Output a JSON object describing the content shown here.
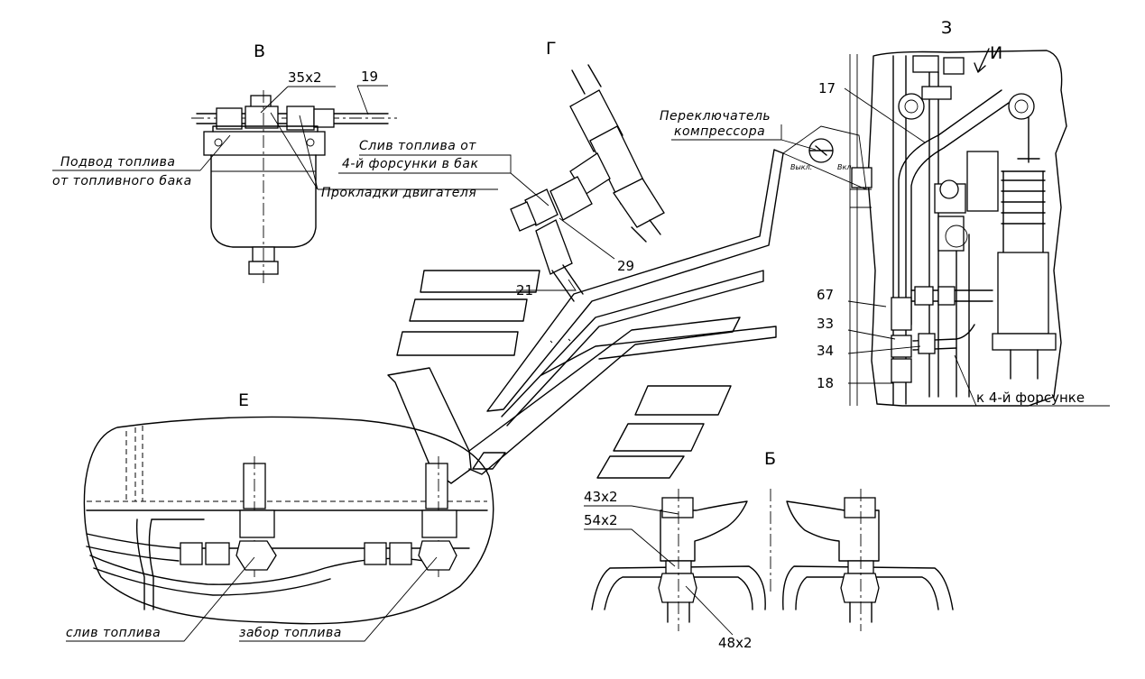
{
  "views": {
    "v": "В",
    "g": "Г",
    "z": "З",
    "i": "И",
    "e": "Е",
    "b": "Б"
  },
  "callouts": {
    "c35x2": "35x2",
    "c19": "19",
    "c17": "17",
    "c29": "29",
    "c21": "21",
    "c67": "67",
    "c33": "33",
    "c34": "34",
    "c18": "18",
    "c43x2": "43x2",
    "c54x2": "54x2",
    "c48x2": "48x2"
  },
  "notes": {
    "fuel_supply_line1": "Подвод топлива",
    "fuel_supply_line2": "от топливного бака",
    "engine_gaskets": "Прокладки двигателя",
    "drain_line1": "Слив топлива от",
    "drain_line2": "4-й форсунки в бак",
    "compressor_switch_line1": "Переключатель",
    "compressor_switch_line2": "компрессора",
    "switch_off": "Выкл.",
    "switch_on": "Вкл.",
    "to_injector": "к 4-й форсунке",
    "fuel_drain": "слив топлива",
    "fuel_intake": "забор топлива"
  }
}
